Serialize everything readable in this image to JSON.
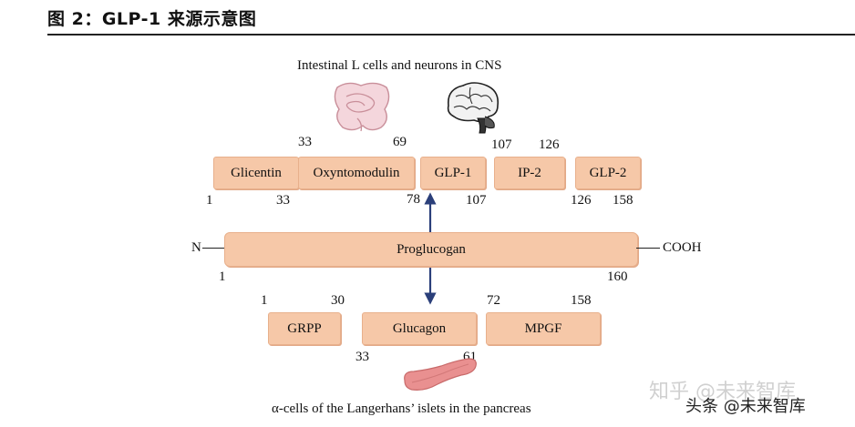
{
  "figure": {
    "title": "图 2：GLP-1 来源示意图",
    "top_caption": "Intestinal L cells and neurons in CNS",
    "bottom_caption": "α-cells of the Langerhans’ islets in the pancreas"
  },
  "top_row": {
    "boxes": [
      "Glicentin",
      "Oxyntomodulin",
      "GLP-1",
      "IP-2",
      "GLP-2"
    ],
    "numbers": [
      "33",
      "69",
      "107",
      "126",
      "1",
      "33",
      "78",
      "107",
      "126",
      "158"
    ]
  },
  "main": {
    "label": "Proglucogan",
    "n_terminal": "N",
    "c_terminal": "COOH",
    "start": "1",
    "end": "160"
  },
  "bottom_row": {
    "boxes": [
      "GRPP",
      "Glucagon",
      "MPGF"
    ],
    "numbers": [
      "1",
      "30",
      "72",
      "158",
      "33",
      "61"
    ]
  },
  "icons": {
    "intestine": "intestine-icon",
    "brain": "brain-icon",
    "pancreas": "pancreas-icon"
  },
  "colors": {
    "box_fill": "#f6c8a8",
    "arrow": "#2b3f7a",
    "pancreas": "#e99090"
  },
  "watermarks": {
    "zhihu": "知乎 @未来智库",
    "toutiao": "头条 @未来智库"
  }
}
